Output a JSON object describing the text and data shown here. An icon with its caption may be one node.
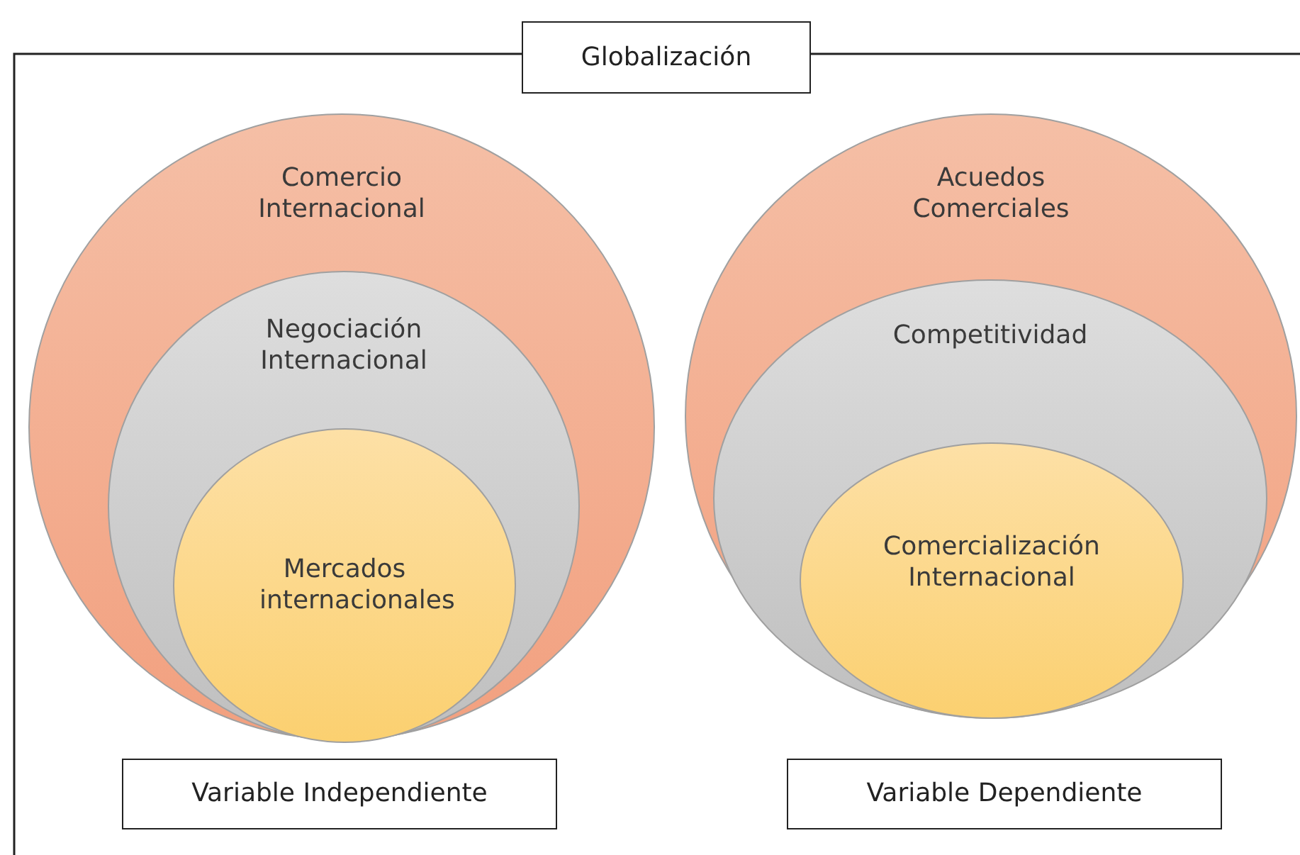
{
  "diagram": {
    "nodes": [
      {
        "text": [
          "Globalización"
        ]
      },
      {
        "text": [
          "Comercio Internacional"
        ]
      },
      {
        "text": [
          "Negociación Internacional"
        ],
        "in": 1
      },
      {
        "text": [
          "Mercados internacionales"
        ],
        "in": 2
      },
      {
        "text": [
          "Variable Independiente"
        ]
      },
      {
        "text": [
          "Acuedos Comerciales"
        ]
      },
      {
        "text": [
          "Competitividad"
        ],
        "in": 5
      },
      {
        "text": [
          "Comercialización Internacional"
        ],
        "in": 6
      },
      {
        "text": [
          "Variable Dependiente"
        ]
      }
    ]
  }
}
